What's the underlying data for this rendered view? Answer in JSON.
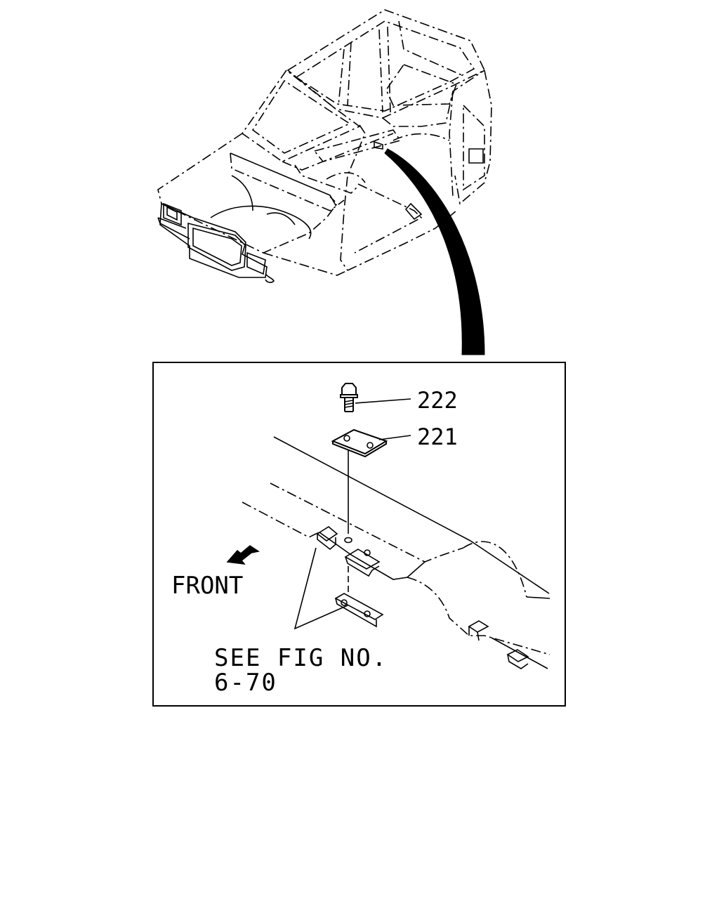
{
  "callouts": {
    "bolt": "222",
    "plate": "221"
  },
  "direction_label": "FRONT",
  "reference_note": {
    "line1": "SEE FIG NO.",
    "line2": "6-70"
  },
  "colors": {
    "ink": "#000000",
    "background": "#ffffff"
  }
}
